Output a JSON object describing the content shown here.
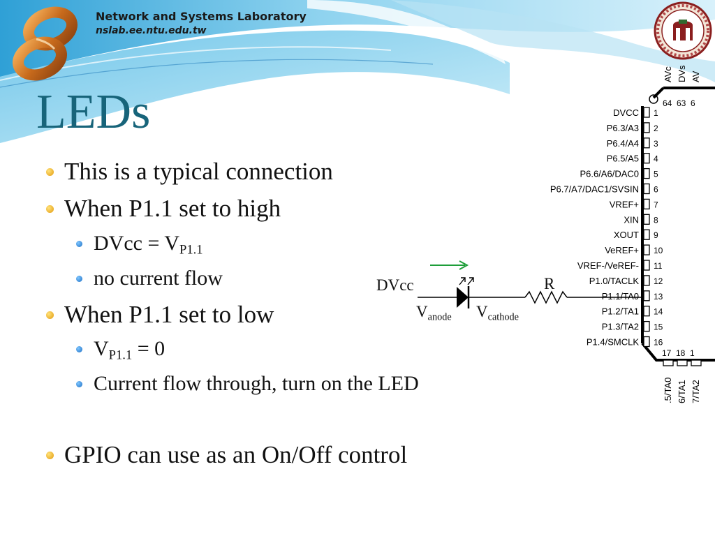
{
  "header": {
    "lab_name": "Network and Systems Laboratory",
    "lab_url": "nslab.ee.ntu.edu.tw"
  },
  "title": "LEDs",
  "bullets": [
    {
      "text": "This is a typical connection"
    },
    {
      "text": "When P1.1 set to high"
    },
    {
      "pre": "DVcc = V",
      "sub": "P1.1",
      "post": ""
    },
    {
      "text": "no current flow"
    },
    {
      "text": "When P1.1 set to low"
    },
    {
      "pre": "V",
      "sub": "P1.1",
      "post": " = 0"
    },
    {
      "text": "Current flow through, turn on the LED"
    },
    {
      "text": "GPIO can use as an On/Off control"
    }
  ],
  "circuit": {
    "dvcc": "DVcc",
    "r": "R",
    "v_anode": {
      "v": "V",
      "sub": "anode"
    },
    "v_cathode": {
      "v": "V",
      "sub": "cathode"
    }
  },
  "chip": {
    "top_pins": [
      {
        "num": "64",
        "label": "AVc"
      },
      {
        "num": "63",
        "label": "DVs"
      },
      {
        "num": "6",
        "label": "AV"
      }
    ],
    "left_pins": [
      {
        "num": "1",
        "label": "DVCC"
      },
      {
        "num": "2",
        "label": "P6.3/A3"
      },
      {
        "num": "3",
        "label": "P6.4/A4"
      },
      {
        "num": "4",
        "label": "P6.5/A5"
      },
      {
        "num": "5",
        "label": "P6.6/A6/DAC0"
      },
      {
        "num": "6",
        "label": "P6.7/A7/DAC1/SVSIN"
      },
      {
        "num": "7",
        "label": "VREF+"
      },
      {
        "num": "8",
        "label": "XIN"
      },
      {
        "num": "9",
        "label": "XOUT"
      },
      {
        "num": "10",
        "label": "VeREF+"
      },
      {
        "num": "11",
        "label": "VREF-/VeREF-"
      },
      {
        "num": "12",
        "label": "P1.0/TACLK"
      },
      {
        "num": "13",
        "label": "P1.1/TA0"
      },
      {
        "num": "14",
        "label": "P1.2/TA1"
      },
      {
        "num": "15",
        "label": "P1.3/TA2"
      },
      {
        "num": "16",
        "label": "P1.4/SMCLK"
      }
    ],
    "bottom_pins": [
      {
        "num": "17",
        "label": ".5/TA0"
      },
      {
        "num": "18",
        "label": "6/TA1"
      },
      {
        "num": "1",
        "label": "7/TA2"
      }
    ]
  },
  "colors": {
    "title": "#17647a",
    "header_wave_light": "#bfe6f6",
    "header_wave_dark": "#4aaed8",
    "bullet_primary": "#e39b0e",
    "bullet_secondary": "#1d6fc4",
    "arrow": "#1e9e3a"
  }
}
